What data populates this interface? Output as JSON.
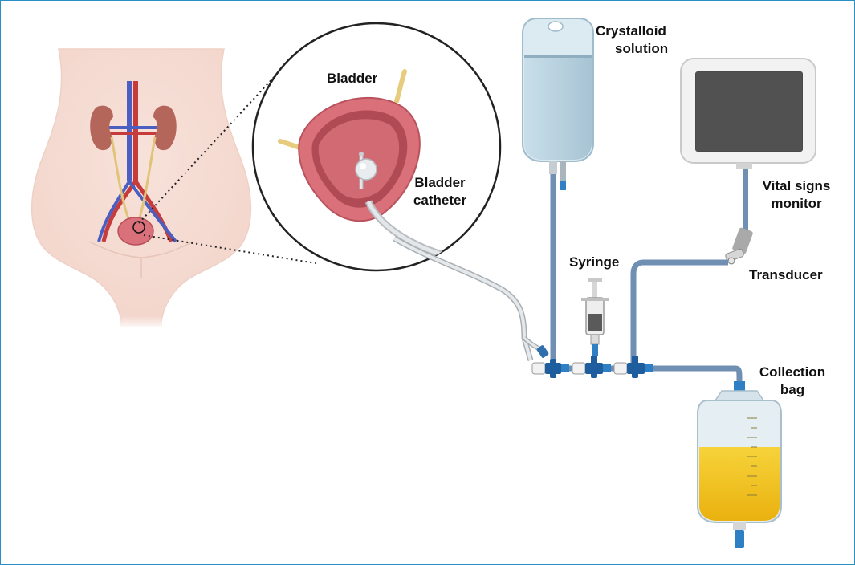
{
  "labels": {
    "crystalloid": [
      "Crystalloid",
      "solution"
    ],
    "bladder": "Bladder",
    "bladder_catheter": [
      "Bladder",
      "catheter"
    ],
    "vital_signs_monitor": [
      "Vital signs",
      "monitor"
    ],
    "syringe": "Syringe",
    "transducer": "Transducer",
    "collection_bag": [
      "Collection",
      "bag"
    ]
  },
  "colors": {
    "border": "#2b8fc7",
    "tube": "#6f8fb3",
    "connector": "#1f5e9e",
    "skin": "#f7e3dc",
    "bladder": "#d9707a",
    "iv_fluid": "#a8c6d6",
    "urine": "#f2c418"
  },
  "collection_bag_fill_fraction": 0.56,
  "iv_bag_fill_fraction": 0.86
}
